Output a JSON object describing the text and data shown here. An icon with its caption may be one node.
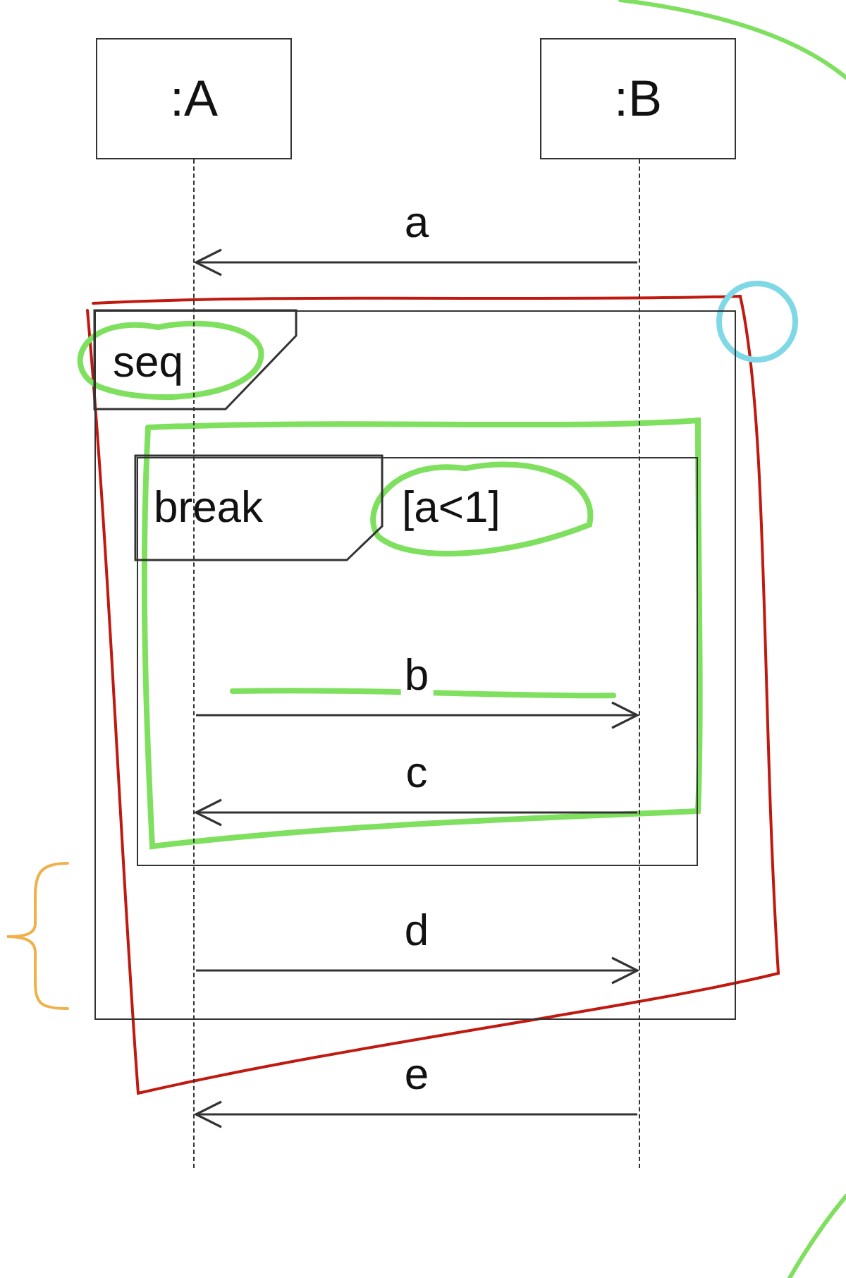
{
  "diagram": {
    "nodes": [
      {
        "text": [
          ":A"
        ]
      },
      {
        "text": [
          ":B"
        ]
      },
      {
        "text": [],
        "shape": "line"
      },
      {
        "text": [],
        "shape": "line"
      },
      {
        "text": [
          "seq"
        ]
      },
      {
        "text": [
          "break",
          "[a<1]"
        ],
        "in": 4
      }
    ],
    "edges": [
      {
        "from": 3,
        "to": 2,
        "arrow": "to",
        "label": "a"
      },
      {
        "from": 2,
        "to": 3,
        "arrow": "to",
        "label": "b"
      },
      {
        "from": 3,
        "to": 2,
        "arrow": "to",
        "label": "c"
      },
      {
        "from": 2,
        "to": 3,
        "arrow": "to",
        "label": "d"
      },
      {
        "from": 3,
        "to": 2,
        "arrow": "to",
        "label": "e"
      }
    ]
  }
}
